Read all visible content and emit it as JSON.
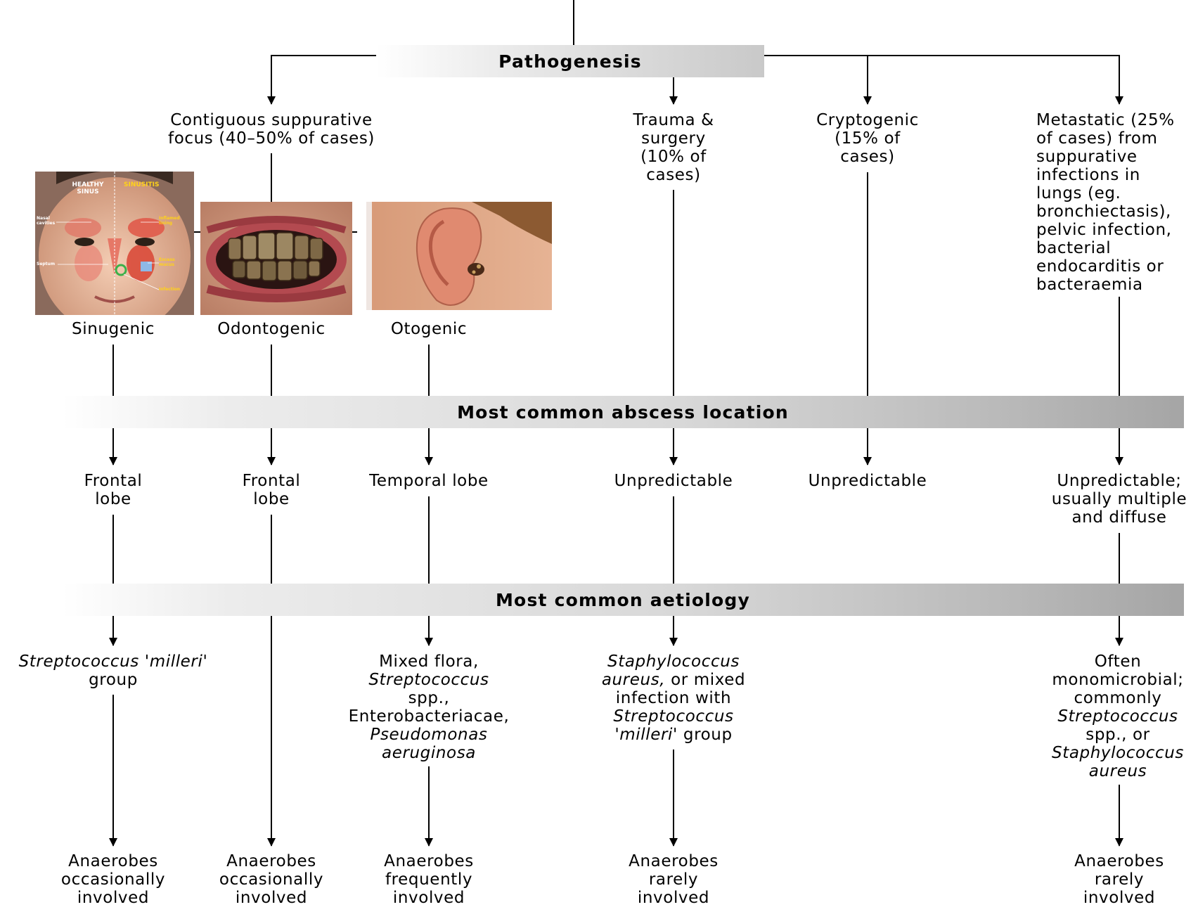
{
  "headers": {
    "pathogenesis": "Pathogenesis",
    "location": "Most common abscess location",
    "aetiology": "Most common aetiology"
  },
  "pathogenesis": {
    "contiguous": "Contiguous suppurative\nfocus (40–50% of cases)",
    "trauma": "Trauma &\nsurgery\n(10% of\ncases)",
    "cryptogenic": "Cryptogenic\n(15% of\ncases)",
    "metastatic": "Metastatic (25%\nof cases) from\nsuppurative\ninfections in\nlungs (eg.\nbronchiectasis),\npelvic infection,\nbacterial\nendocarditis or\nbacteraemia"
  },
  "photos": {
    "sinus": {
      "healthy": "HEALTHY\nSINUS",
      "sinusitis": "SINUSITIS",
      "nasal": "Nasal\ncavities",
      "septum": "Septum",
      "inflamed": "Inflamed\nlining",
      "excess": "Excess\nmucus",
      "infection": "Infection"
    }
  },
  "foci": {
    "sinugenic": "Sinugenic",
    "odontogenic": "Odontogenic",
    "otogenic": "Otogenic"
  },
  "locations": {
    "sinugenic": "Frontal\nlobe",
    "odontogenic": "Frontal\nlobe",
    "otogenic": "Temporal lobe",
    "trauma": "Unpredictable",
    "cryptogenic": "Unpredictable",
    "metastatic": "Unpredictable;\nusually multiple\nand diffuse"
  },
  "aetiology": {
    "sinugenic_a": "Streptococcus 'milleri'",
    "sinugenic_b": "group",
    "otogenic_1": "Mixed flora,",
    "otogenic_2": "Streptococcus",
    "otogenic_3": "spp.,",
    "otogenic_4": "Enterobacteriacae,",
    "otogenic_5": "Pseudomonas",
    "otogenic_6": "aeruginosa",
    "trauma_1": "Staphylococcus",
    "trauma_2a": "aureus,",
    "trauma_2b": " or mixed",
    "trauma_3": "infection with",
    "trauma_4": "Streptococcus",
    "trauma_5a": "'milleri'",
    "trauma_5b": " group",
    "metastatic_1": "Often",
    "metastatic_2": "monomicrobial;",
    "metastatic_3": "commonly",
    "metastatic_4": "Streptococcus",
    "metastatic_5": "spp., or",
    "metastatic_6": "Staphylococcus",
    "metastatic_7": "aureus"
  },
  "anaerobes": {
    "sinugenic": "Anaerobes\noccasionally\ninvolved",
    "odontogenic": "Anaerobes\noccasionally\ninvolved",
    "otogenic": "Anaerobes\nfrequently\ninvolved",
    "trauma": "Anaerobes\nrarely\ninvolved",
    "metastatic": "Anaerobes\nrarely\ninvolved"
  }
}
